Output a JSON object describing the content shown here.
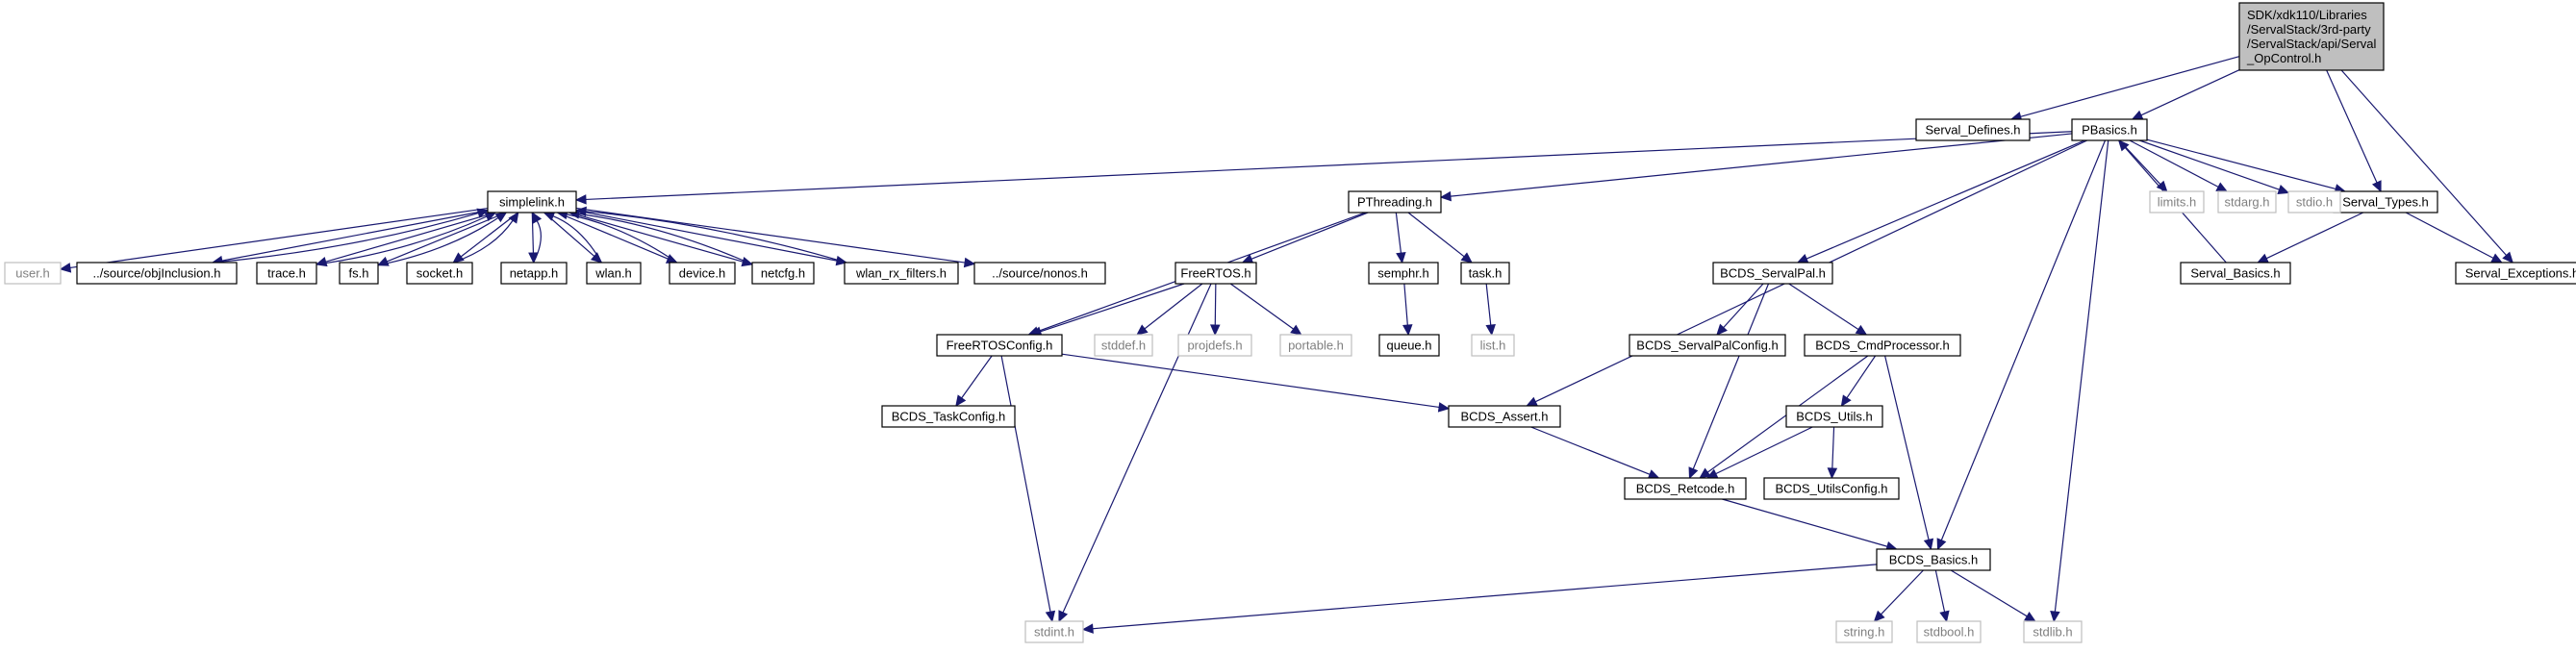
{
  "graph": {
    "root_label_lines": [
      "SDK/xdk110/Libraries",
      "/ServalStack/3rd-party",
      "/ServalStack/api/Serval",
      "_OpControl.h"
    ],
    "colors": {
      "edge": "#191970",
      "root_fill": "#bfbfbf",
      "node_border": "#000000",
      "external_border": "#bfbfbf",
      "external_text": "#7f7f7f",
      "text": "#000000"
    },
    "nodes": [
      {
        "id": "root",
        "label": "SDK/xdk110/Libraries /ServalStack/3rd-party /ServalStack/api/Serval _OpControl.h",
        "kind": "root"
      },
      {
        "id": "serval-defines",
        "label": "Serval_Defines.h",
        "kind": "file"
      },
      {
        "id": "pbasics",
        "label": "PBasics.h",
        "kind": "file"
      },
      {
        "id": "serval-types",
        "label": "Serval_Types.h",
        "kind": "file"
      },
      {
        "id": "serval-exceptions",
        "label": "Serval_Exceptions.h",
        "kind": "file"
      },
      {
        "id": "simplelink",
        "label": "simplelink.h",
        "kind": "file"
      },
      {
        "id": "pthreading",
        "label": "PThreading.h",
        "kind": "file"
      },
      {
        "id": "limits",
        "label": "limits.h",
        "kind": "external"
      },
      {
        "id": "stdarg",
        "label": "stdarg.h",
        "kind": "external"
      },
      {
        "id": "stdio",
        "label": "stdio.h",
        "kind": "external"
      },
      {
        "id": "user",
        "label": "user.h",
        "kind": "external"
      },
      {
        "id": "objinclusion",
        "label": "../source/objInclusion.h",
        "kind": "file"
      },
      {
        "id": "trace",
        "label": "trace.h",
        "kind": "file"
      },
      {
        "id": "fs",
        "label": "fs.h",
        "kind": "file"
      },
      {
        "id": "socket",
        "label": "socket.h",
        "kind": "file"
      },
      {
        "id": "netapp",
        "label": "netapp.h",
        "kind": "file"
      },
      {
        "id": "wlan",
        "label": "wlan.h",
        "kind": "file"
      },
      {
        "id": "device",
        "label": "device.h",
        "kind": "file"
      },
      {
        "id": "netcfg",
        "label": "netcfg.h",
        "kind": "file"
      },
      {
        "id": "wlan-rx-filters",
        "label": "wlan_rx_filters.h",
        "kind": "file"
      },
      {
        "id": "nonos",
        "label": "../source/nonos.h",
        "kind": "file"
      },
      {
        "id": "freertos",
        "label": "FreeRTOS.h",
        "kind": "file"
      },
      {
        "id": "semphr",
        "label": "semphr.h",
        "kind": "file"
      },
      {
        "id": "task",
        "label": "task.h",
        "kind": "file"
      },
      {
        "id": "bcds-servalpal",
        "label": "BCDS_ServalPal.h",
        "kind": "file"
      },
      {
        "id": "serval-basics",
        "label": "Serval_Basics.h",
        "kind": "file"
      },
      {
        "id": "freertosconfig",
        "label": "FreeRTOSConfig.h",
        "kind": "file"
      },
      {
        "id": "stddef",
        "label": "stddef.h",
        "kind": "external"
      },
      {
        "id": "projdefs",
        "label": "projdefs.h",
        "kind": "external"
      },
      {
        "id": "portable",
        "label": "portable.h",
        "kind": "external"
      },
      {
        "id": "queue",
        "label": "queue.h",
        "kind": "file"
      },
      {
        "id": "list",
        "label": "list.h",
        "kind": "external"
      },
      {
        "id": "bcds-servalpalconfig",
        "label": "BCDS_ServalPalConfig.h",
        "kind": "file"
      },
      {
        "id": "bcds-cmdprocessor",
        "label": "BCDS_CmdProcessor.h",
        "kind": "file"
      },
      {
        "id": "bcds-taskconfig",
        "label": "BCDS_TaskConfig.h",
        "kind": "file"
      },
      {
        "id": "bcds-assert",
        "label": "BCDS_Assert.h",
        "kind": "file"
      },
      {
        "id": "bcds-utils",
        "label": "BCDS_Utils.h",
        "kind": "file"
      },
      {
        "id": "bcds-retcode",
        "label": "BCDS_Retcode.h",
        "kind": "file"
      },
      {
        "id": "bcds-utilsconfig",
        "label": "BCDS_UtilsConfig.h",
        "kind": "file"
      },
      {
        "id": "bcds-basics",
        "label": "BCDS_Basics.h",
        "kind": "file"
      },
      {
        "id": "stdint",
        "label": "stdint.h",
        "kind": "external"
      },
      {
        "id": "string",
        "label": "string.h",
        "kind": "external"
      },
      {
        "id": "stdbool",
        "label": "stdbool.h",
        "kind": "external"
      },
      {
        "id": "stdlib",
        "label": "stdlib.h",
        "kind": "external"
      }
    ],
    "edges": [
      [
        "root",
        "serval-defines"
      ],
      [
        "root",
        "pbasics"
      ],
      [
        "root",
        "serval-types"
      ],
      [
        "root",
        "serval-exceptions"
      ],
      [
        "pbasics",
        "simplelink"
      ],
      [
        "pbasics",
        "pthreading"
      ],
      [
        "pbasics",
        "limits"
      ],
      [
        "pbasics",
        "stdarg"
      ],
      [
        "pbasics",
        "stdio"
      ],
      [
        "pbasics",
        "serval-types"
      ],
      [
        "pbasics",
        "bcds-servalpal"
      ],
      [
        "pbasics",
        "bcds-assert"
      ],
      [
        "pbasics",
        "bcds-basics"
      ],
      [
        "pbasics",
        "stdlib"
      ],
      [
        "serval-types",
        "serval-basics"
      ],
      [
        "serval-types",
        "serval-exceptions"
      ],
      [
        "serval-basics",
        "pbasics"
      ],
      [
        "simplelink",
        "user"
      ],
      [
        "simplelink",
        "objinclusion"
      ],
      [
        "objinclusion",
        "simplelink"
      ],
      [
        "simplelink",
        "trace"
      ],
      [
        "trace",
        "simplelink"
      ],
      [
        "simplelink",
        "fs"
      ],
      [
        "fs",
        "simplelink"
      ],
      [
        "simplelink",
        "socket"
      ],
      [
        "socket",
        "simplelink"
      ],
      [
        "simplelink",
        "netapp"
      ],
      [
        "netapp",
        "simplelink"
      ],
      [
        "simplelink",
        "wlan"
      ],
      [
        "wlan",
        "simplelink"
      ],
      [
        "simplelink",
        "device"
      ],
      [
        "device",
        "simplelink"
      ],
      [
        "simplelink",
        "netcfg"
      ],
      [
        "netcfg",
        "simplelink"
      ],
      [
        "simplelink",
        "wlan-rx-filters"
      ],
      [
        "wlan-rx-filters",
        "simplelink"
      ],
      [
        "simplelink",
        "nonos"
      ],
      [
        "pthreading",
        "freertos"
      ],
      [
        "pthreading",
        "semphr"
      ],
      [
        "pthreading",
        "task"
      ],
      [
        "pthreading",
        "freertosconfig"
      ],
      [
        "freertos",
        "freertosconfig"
      ],
      [
        "freertos",
        "stddef"
      ],
      [
        "freertos",
        "projdefs"
      ],
      [
        "freertos",
        "portable"
      ],
      [
        "freertos",
        "stdint"
      ],
      [
        "semphr",
        "queue"
      ],
      [
        "task",
        "list"
      ],
      [
        "freertosconfig",
        "bcds-taskconfig"
      ],
      [
        "freertosconfig",
        "bcds-assert"
      ],
      [
        "freertosconfig",
        "stdint"
      ],
      [
        "bcds-servalpal",
        "bcds-servalpalconfig"
      ],
      [
        "bcds-servalpal",
        "bcds-cmdprocessor"
      ],
      [
        "bcds-servalpal",
        "bcds-retcode"
      ],
      [
        "bcds-cmdprocessor",
        "bcds-utils"
      ],
      [
        "bcds-cmdprocessor",
        "bcds-retcode"
      ],
      [
        "bcds-cmdprocessor",
        "bcds-basics"
      ],
      [
        "bcds-utils",
        "bcds-retcode"
      ],
      [
        "bcds-utils",
        "bcds-utilsconfig"
      ],
      [
        "bcds-assert",
        "bcds-retcode"
      ],
      [
        "bcds-retcode",
        "bcds-basics"
      ],
      [
        "bcds-basics",
        "stdint"
      ],
      [
        "bcds-basics",
        "string"
      ],
      [
        "bcds-basics",
        "stdbool"
      ],
      [
        "bcds-basics",
        "stdlib"
      ]
    ]
  }
}
